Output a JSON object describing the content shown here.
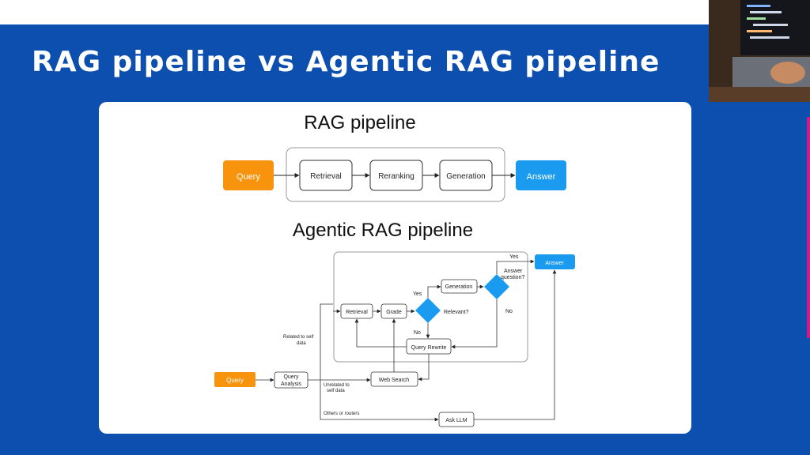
{
  "slide": {
    "title": "RAG pipeline vs Agentic RAG pipeline"
  },
  "rag": {
    "heading": "RAG pipeline",
    "query": "Query",
    "retrieval": "Retrieval",
    "reranking": "Reranking",
    "generation": "Generation",
    "answer": "Answer"
  },
  "agentic": {
    "heading": "Agentic RAG pipeline",
    "query": "Query",
    "query_analysis_1": "Query",
    "query_analysis_2": "Analysis",
    "retrieval": "Retrieval",
    "grade": "Grade",
    "relevant": "Relevant?",
    "yes_relevant": "Yes",
    "no_relevant": "No",
    "generation": "Generation",
    "answer_q_1": "Answer",
    "answer_q_2": "question?",
    "yes_answer": "Yes",
    "no_answer": "No",
    "answer": "Answer",
    "query_rewrite": "Query Rewrite",
    "web_search": "Web Search",
    "ask_llm": "Ask LLM",
    "related_1": "Related to self",
    "related_2": "data",
    "unrelated_1": "Unrelated to",
    "unrelated_2": "self data",
    "others": "Others or routers"
  },
  "colors": {
    "slide_bg": "#0d4fae",
    "query": "#f7930c",
    "answer": "#1a9bf0",
    "decision": "#1a9bf0",
    "accent": "#d6178a"
  },
  "icons": {
    "webcam": "webcam-presenter-thumbnail"
  }
}
